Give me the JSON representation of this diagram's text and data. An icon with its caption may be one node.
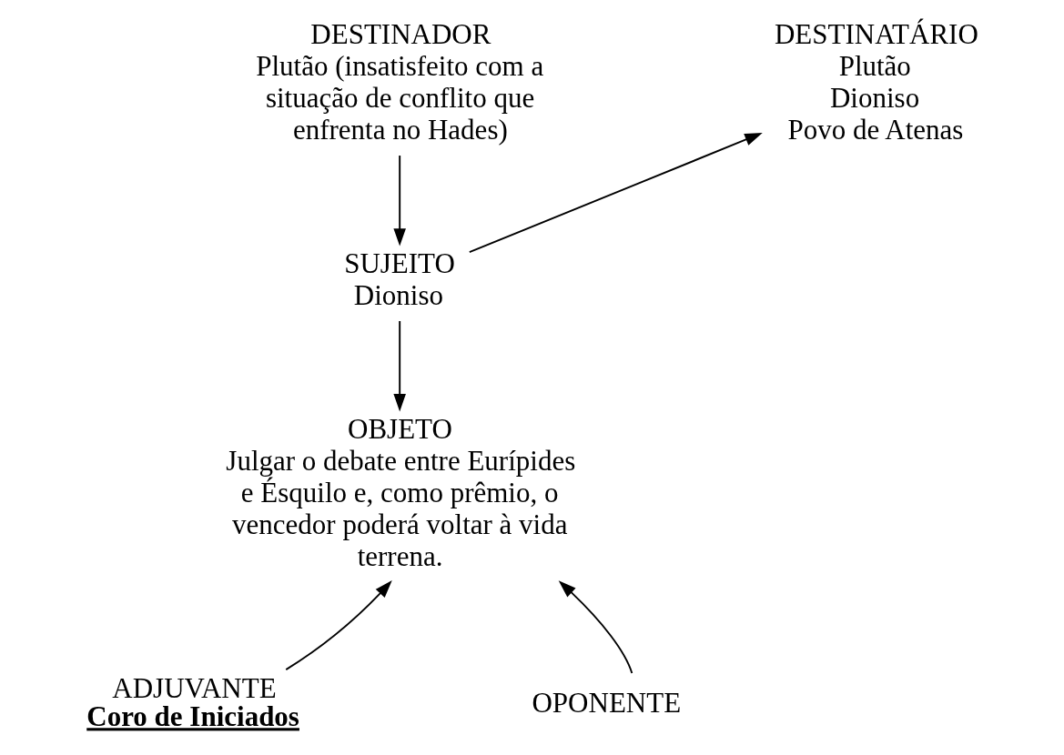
{
  "diagram": {
    "nodes": [
      {
        "text": [
          "DESTINADOR",
          "Plutão (insatisfeito com a situação de conflito que enfrenta no Hades)"
        ]
      },
      {
        "text": [
          "DESTINATÁRIO",
          "Plutão",
          "Dioniso",
          "Povo de Atenas"
        ]
      },
      {
        "text": [
          "SUJEITO",
          "Dioniso"
        ]
      },
      {
        "text": [
          "OBJETO",
          "Julgar o debate entre Eurípides e Ésquilo e, como prêmio, o vencedor poderá voltar à vida terrena."
        ]
      },
      {
        "text": [
          "ADJUVANTE",
          "Coro de Iniciados"
        ]
      },
      {
        "text": [
          "OPONENTE"
        ]
      }
    ],
    "edges": [
      {
        "from": 0,
        "to": 2,
        "arrow": "to"
      },
      {
        "from": 2,
        "to": 1,
        "arrow": "to"
      },
      {
        "from": 2,
        "to": 3,
        "arrow": "to"
      },
      {
        "from": 4,
        "to": 3,
        "arrow": "to"
      },
      {
        "from": 5,
        "to": 3,
        "arrow": "to"
      }
    ]
  }
}
